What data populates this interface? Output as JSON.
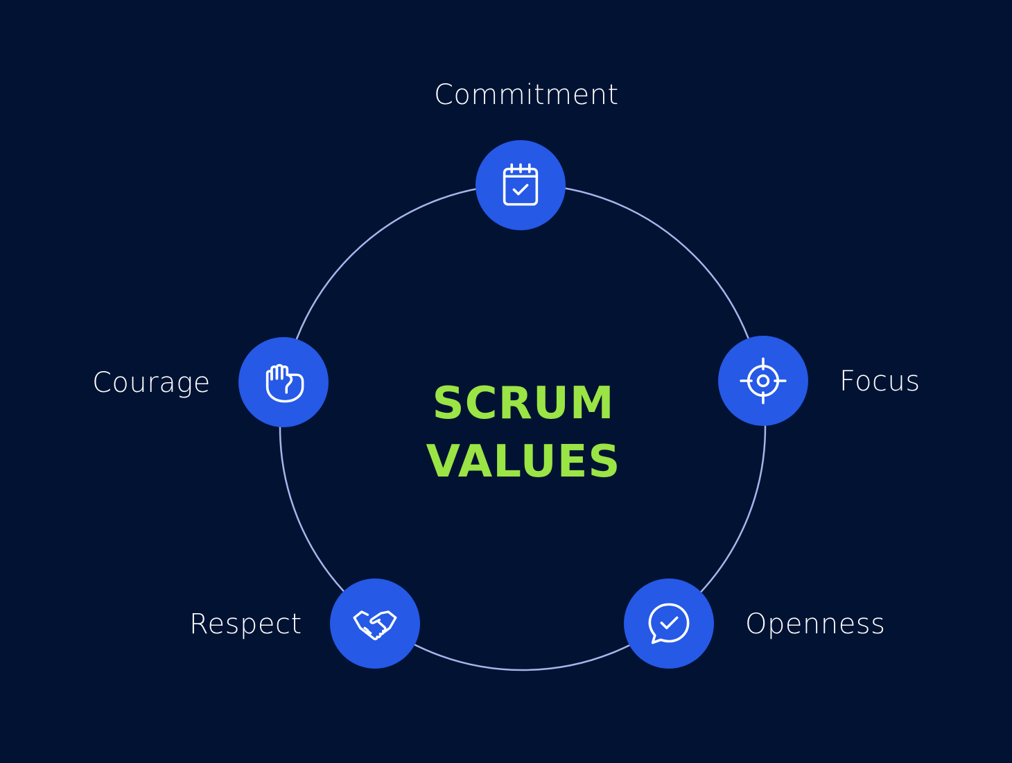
{
  "diagram": {
    "title_line1": "SCRUM",
    "title_line2": "VALUES",
    "values": [
      {
        "label": "Commitment",
        "icon": "calendar-check-icon"
      },
      {
        "label": "Focus",
        "icon": "target-icon"
      },
      {
        "label": "Openness",
        "icon": "chat-check-icon"
      },
      {
        "label": "Respect",
        "icon": "handshake-icon"
      },
      {
        "label": "Courage",
        "icon": "fist-icon"
      }
    ]
  },
  "colors": {
    "background": "#011233",
    "node": "#2559e6",
    "ring": "#a9b4ea",
    "title": "#9be445",
    "label": "#ffffff"
  }
}
